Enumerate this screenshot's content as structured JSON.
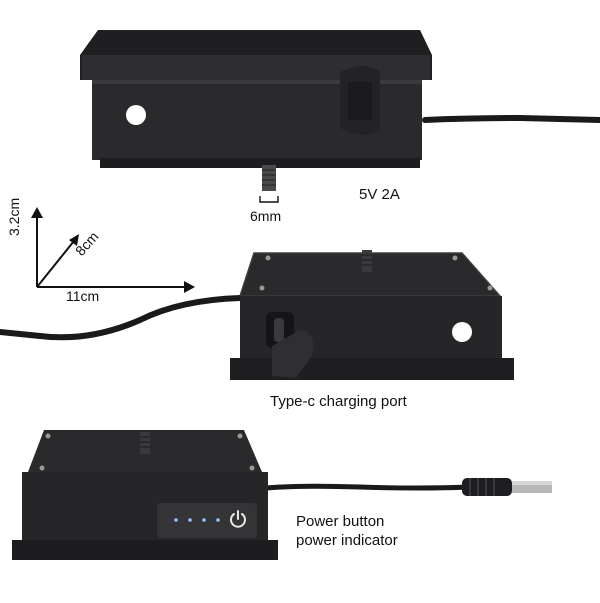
{
  "labels": {
    "output": "5V 2A",
    "thread": "6mm",
    "height": "3.2cm",
    "depth": "8cm",
    "width": "11cm",
    "port": "Type-c charging port",
    "power_button": "Power button",
    "power_indicator": "power indicator"
  },
  "colors": {
    "background": "#ffffff",
    "case": "#2b2b2d",
    "case_dark": "#1c1c1e",
    "cable": "#1a1a1a",
    "led": "#8fc3ff"
  }
}
